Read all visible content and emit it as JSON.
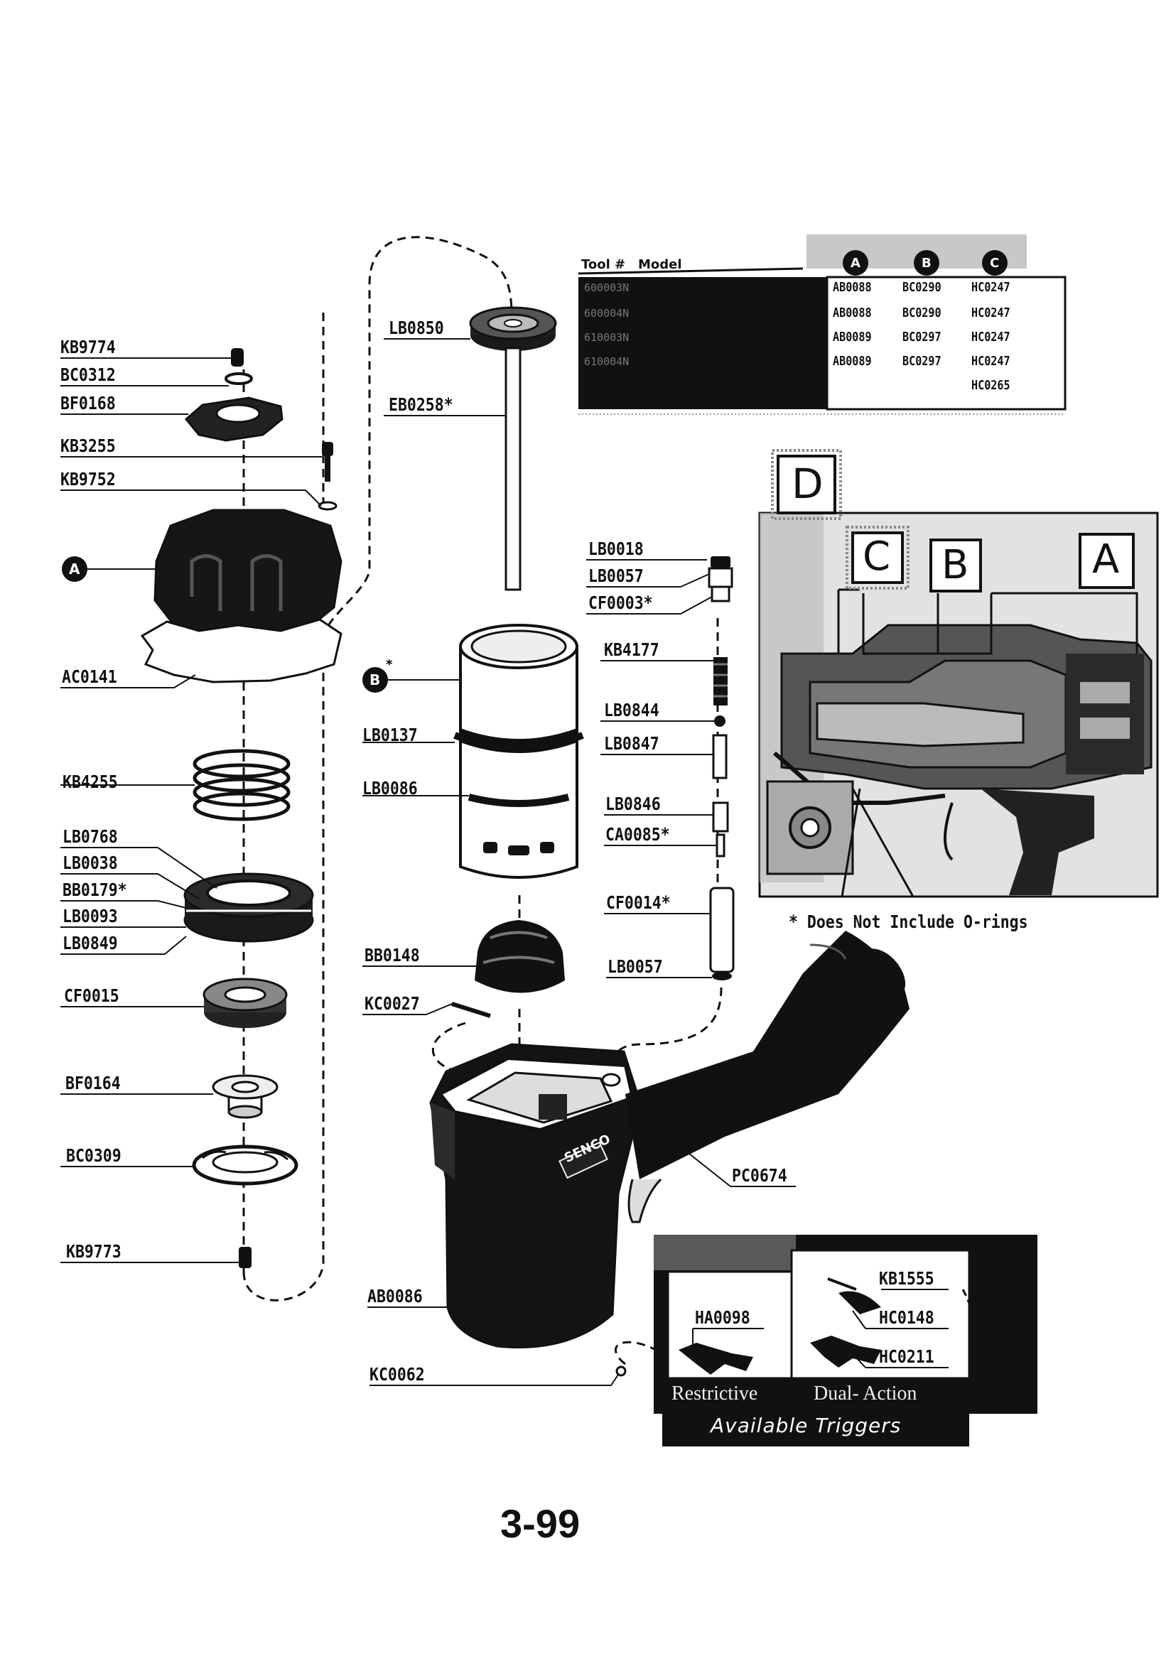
{
  "page_number": "3-99",
  "footnote": "* Does Not Include O-rings",
  "table": {
    "header_tool": "Tool #",
    "header_model": "Model",
    "col_a": "A",
    "col_b": "B",
    "col_c": "C",
    "rows": [
      {
        "tool": "600003N",
        "a": "AB0088",
        "b": "BC0290",
        "c": "HC0247"
      },
      {
        "tool": "600004N",
        "a": "AB0088",
        "b": "BC0290",
        "c": "HC0247"
      },
      {
        "tool": "610003N",
        "a": "AB0089",
        "b": "BC0297",
        "c": "HC0247"
      },
      {
        "tool": "610004N",
        "a": "AB0089",
        "b": "BC0297",
        "c": "HC0247"
      },
      {
        "tool": "",
        "a": "",
        "b": "",
        "c": "HC0265"
      }
    ]
  },
  "section_boxes": {
    "d": "D",
    "c": "C",
    "b": "B",
    "a": "A"
  },
  "callouts": {
    "a": "A",
    "b": "B"
  },
  "left_column": [
    "KB9774",
    "BC0312",
    "BF0168",
    "KB3255",
    "KB9752",
    "AC0141",
    "KB4255",
    "LB0768",
    "LB0038",
    "BB0179*",
    "LB0093",
    "LB0849",
    "CF0015",
    "BF0164",
    "BC0309",
    "KB9773"
  ],
  "middle_column": [
    "LB0850",
    "EB0258*",
    "LB0137",
    "LB0086",
    "BB0148",
    "KC0027",
    "AB0086",
    "KC0062"
  ],
  "valve_column": [
    "LB0018",
    "LB0057",
    "CF0003*",
    "KB4177",
    "LB0844",
    "LB0847",
    "LB0846",
    "CA0085*",
    "CF0014*",
    "LB0057"
  ],
  "housing": {
    "part": "PC0674",
    "brand": "SENCO"
  },
  "triggers": {
    "title": "Available Triggers",
    "restrictive_label": "Restrictive",
    "dual_label": "Dual- Action",
    "parts": [
      "HA0098",
      "KB1555",
      "HC0148",
      "HC0211"
    ]
  }
}
